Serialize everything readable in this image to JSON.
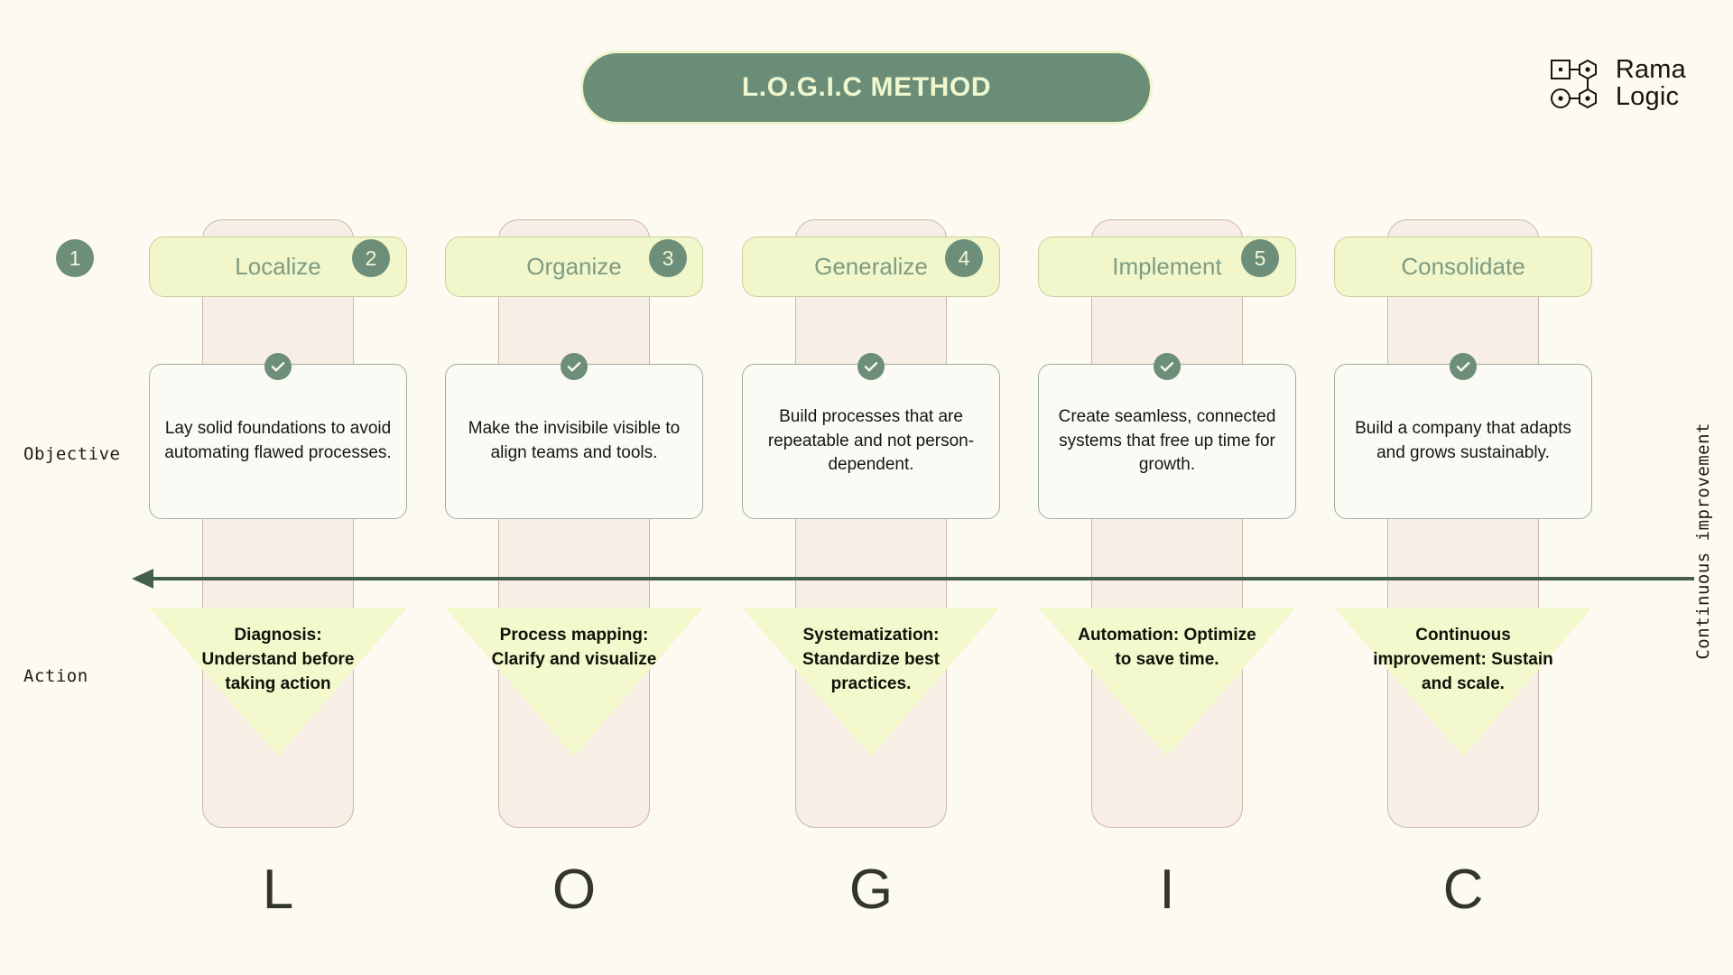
{
  "page": {
    "background": "#FDFAF2",
    "title": "L.O.G.I.C METHOD"
  },
  "logo": {
    "line1": "Rama",
    "line2": "Logic",
    "mark_name": "rama-logic-node-graph-icon"
  },
  "axis_labels": {
    "objective": "Objective",
    "action": "Action",
    "continuous": "Continuous improvement"
  },
  "colors": {
    "brand_green": "#6B8D78",
    "pill_yellow": "#F1F7CB",
    "column_beige": "#F7EEE5",
    "arrow_green": "#44604C",
    "card_bg": "#FCFAF4",
    "letter_dark": "#33372A"
  },
  "stages": [
    {
      "number": "1",
      "name": "Localize",
      "letter": "L",
      "objective": "Lay solid foundations to avoid automating flawed processes.",
      "action": "Diagnosis: Understand before taking action"
    },
    {
      "number": "2",
      "name": "Organize",
      "letter": "O",
      "objective": "Make the invisibile visible to align teams and tools.",
      "action": "Process mapping: Clarify and visualize"
    },
    {
      "number": "3",
      "name": "Generalize",
      "letter": "G",
      "objective": "Build processes that are repeatable and not person-dependent.",
      "action": "Systematization: Standardize best practices."
    },
    {
      "number": "4",
      "name": "Implement",
      "letter": "I",
      "objective": "Create seamless, connected systems that free up time for growth.",
      "action": "Automation: Optimize to save time."
    },
    {
      "number": "5",
      "name": "Consolidate",
      "letter": "C",
      "objective": "Build a company that adapts and grows sustainably.",
      "action": "Continuous improvement: Sustain and scale."
    }
  ]
}
